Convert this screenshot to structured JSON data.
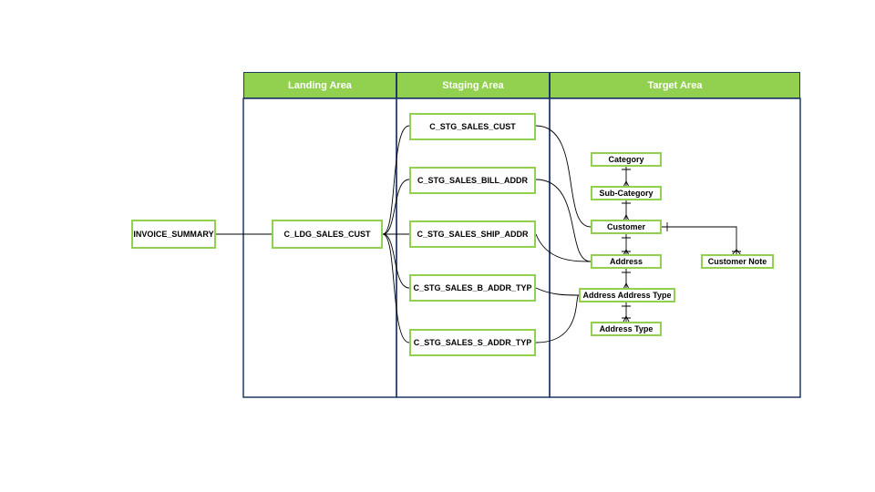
{
  "lanes": [
    {
      "id": "landing",
      "label": "Landing Area"
    },
    {
      "id": "staging",
      "label": "Staging Area"
    },
    {
      "id": "target",
      "label": "Target Area"
    }
  ],
  "nodes": {
    "invoice_summary": "INVOICE_SUMMARY",
    "ldg_sales_cust": "C_LDG_SALES_CUST",
    "stg_sales_cust": "C_STG_SALES_CUST",
    "stg_sales_bill_addr": "C_STG_SALES_BILL_ADDR",
    "stg_sales_ship_addr": "C_STG_SALES_SHIP_ADDR",
    "stg_sales_b_addr_typ": "C_STG_SALES_B_ADDR_TYP",
    "stg_sales_s_addr_typ": "C_STG_SALES_S_ADDR_TYP",
    "category": "Category",
    "sub_category": "Sub-Category",
    "customer": "Customer",
    "address": "Address",
    "address_address_type": "Address Address Type",
    "address_type": "Address Type",
    "customer_note": "Customer Note"
  },
  "colors": {
    "lane_header": "#92d050",
    "lane_border": "#1f3864",
    "node_border": "#92d050",
    "connector": "#000000"
  }
}
